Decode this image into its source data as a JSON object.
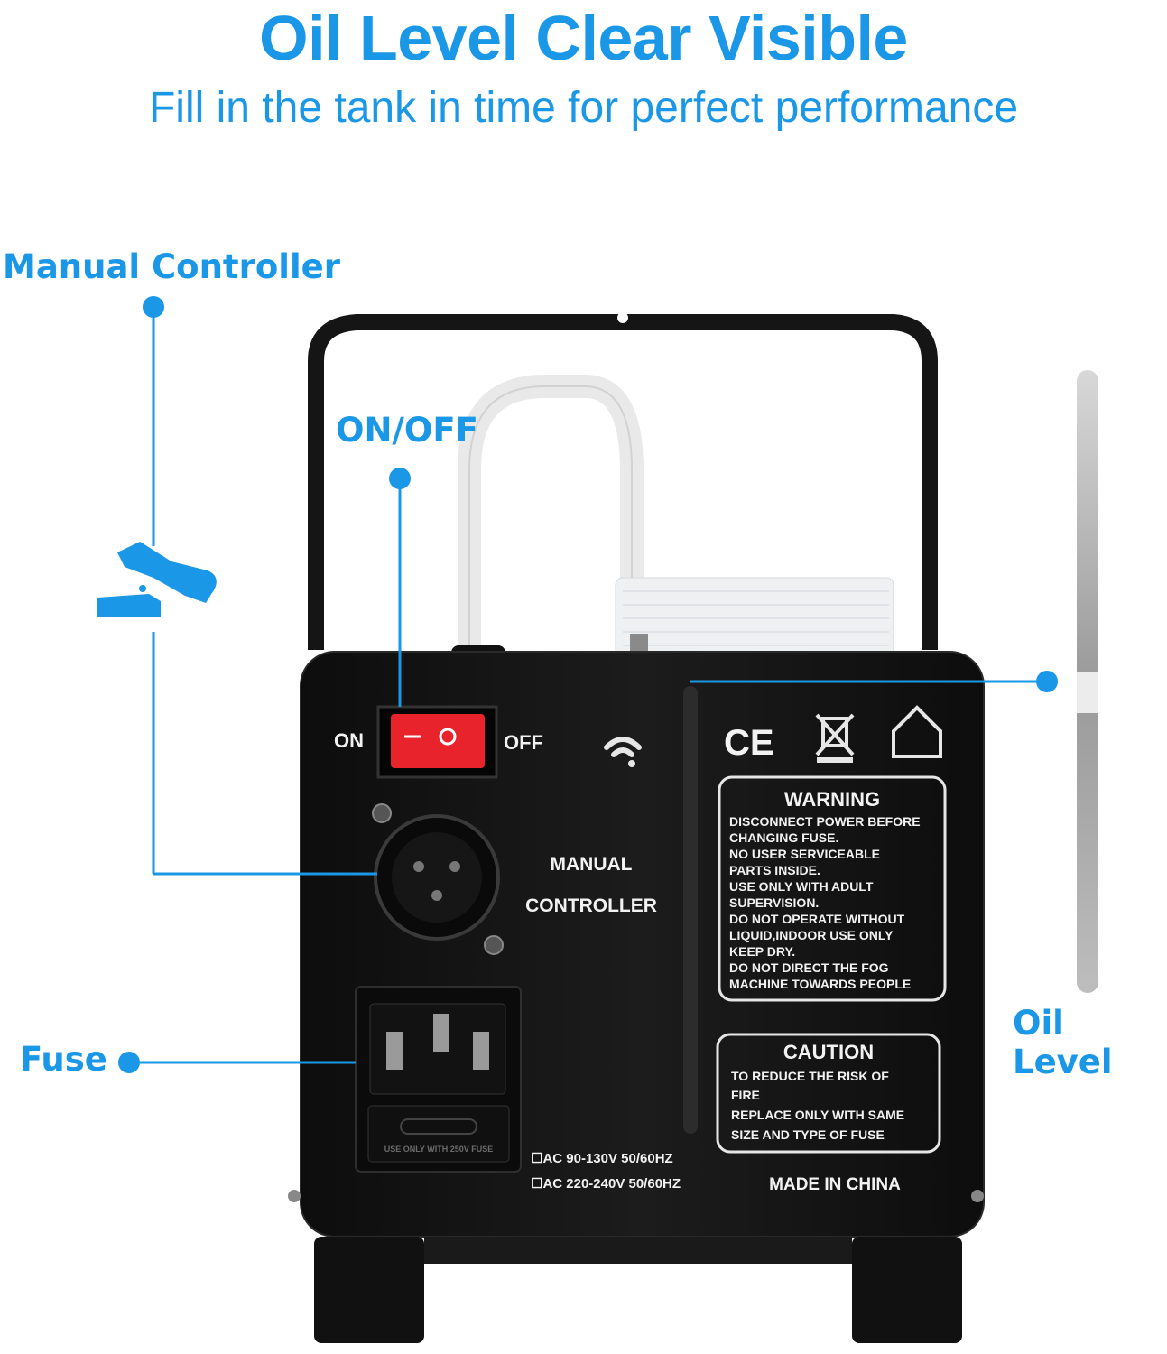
{
  "header": {
    "title": "Oil Level Clear Visible",
    "subtitle": "Fill in the tank in time for perfect performance"
  },
  "callouts": {
    "manual_controller": "Manual Controller",
    "on_off": "ON/OFF",
    "fuse": "Fuse",
    "oil_level": "Oil Level"
  },
  "panel": {
    "on": "ON",
    "off": "OFF",
    "manual_controller_line1": "MANUAL",
    "manual_controller_line2": "CONTROLLER",
    "ce_mark": "CE",
    "warning": {
      "title": "WARNING",
      "lines": [
        "DISCONNECT POWER BEFORE",
        "CHANGING FUSE.",
        "NO USER SERVICEABLE",
        "PARTS INSIDE.",
        "USE ONLY  WITH  ADULT",
        "SUPERVISION.",
        "DO NOT OPERATE WITHOUT",
        "LIQUID,INDOOR  USE ONLY",
        "KEEP DRY.",
        "DO NOT DIRECT THE FOG",
        "MACHINE TOWARDS PEOPLE"
      ]
    },
    "caution": {
      "title": "CAUTION",
      "lines": [
        "TO REDUCE THE RISK OF",
        "FIRE",
        "REPLACE ONLY WITH  SAME",
        "SIZE AND TYPE OF FUSE"
      ]
    },
    "voltage_options": [
      "☐AC 90-130V 50/60HZ",
      "☐AC 220-240V 50/60HZ"
    ],
    "fuse_label": "USE ONLY WITH 250V FUSE",
    "made_in": "MADE IN CHINA"
  },
  "colors": {
    "accent": "#1a97e6",
    "body": "#141414",
    "switch": "#e8232b"
  },
  "icons": [
    "foot-pedal-icon",
    "wifi-icon",
    "ce-mark-icon",
    "weee-bin-icon",
    "indoor-house-icon"
  ]
}
